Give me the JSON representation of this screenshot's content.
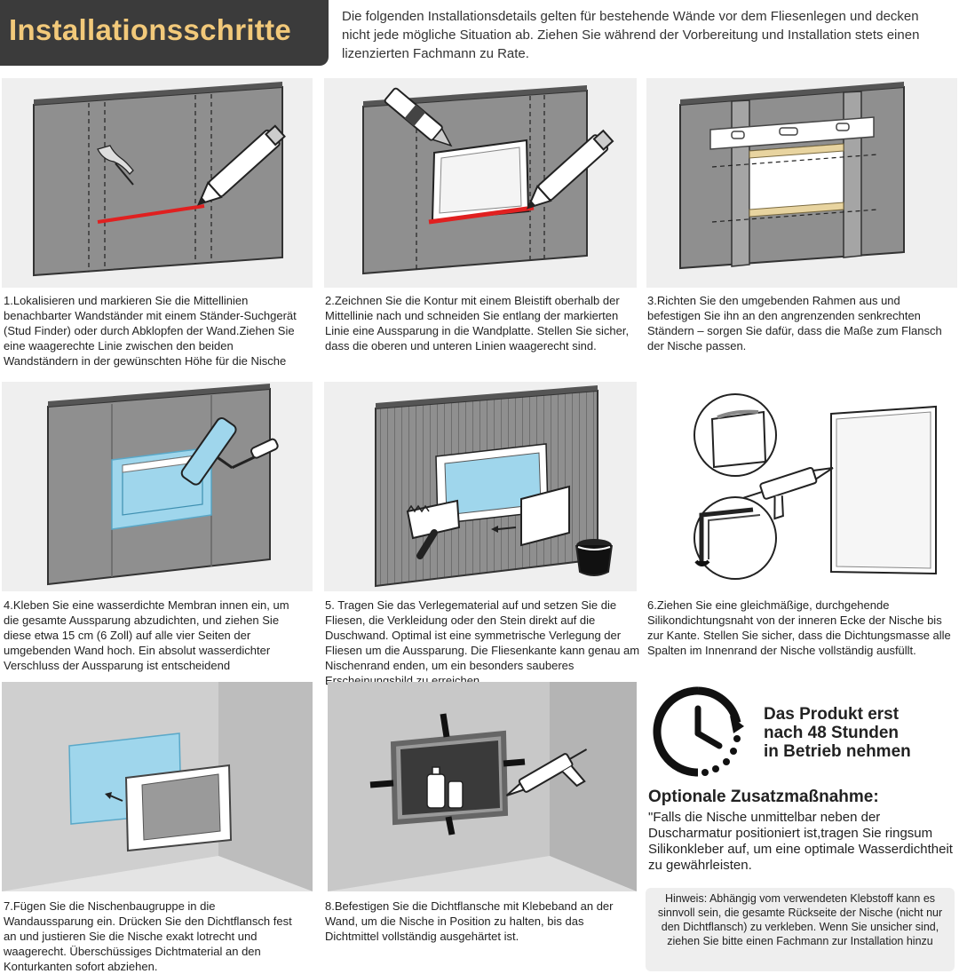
{
  "header": {
    "title": "Installationsschritte",
    "intro": "Die folgenden Installationsdetails gelten für bestehende Wände vor dem Fliesenlegen und decken nicht jede mögliche Situation ab. Ziehen Sie während der Vorbereitung und Installation stets einen lizenzierten Fachmann zu Rate."
  },
  "steps": [
    "1.Lokalisieren und markieren Sie die Mittellinien benachbarter Wandständer mit einem Ständer-Suchgerät (Stud Finder) oder durch Abklopfen der Wand.Ziehen Sie eine waagerechte Linie zwischen den beiden Wandständern in der gewünschten Höhe für die Nische",
    "2.Zeichnen Sie die Kontur mit einem Bleistift oberhalb der Mittellinie nach und schneiden Sie entlang der markierten Linie eine Aussparung in die Wandplatte. Stellen Sie sicher, dass die oberen und unteren Linien waagerecht sind.",
    "3.Richten Sie den umgebenden Rahmen aus und befestigen Sie ihn an den angrenzenden senkrechten Ständern – sorgen Sie dafür, dass die Maße zum Flansch der Nische passen.",
    "4.Kleben Sie eine wasserdichte Membran innen ein, um die gesamte Aussparung abzudichten, und ziehen Sie diese etwa 15 cm (6 Zoll) auf alle vier Seiten der umgebenden Wand hoch. Ein absolut wasserdichter Verschluss der Aussparung ist entscheidend",
    "5. Tragen Sie das Verlegematerial auf und setzen Sie die Fliesen, die Verkleidung oder den Stein direkt auf die Duschwand. Optimal ist eine symmetrische Verlegung der Fliesen um die Aussparung. Die Fliesenkante kann genau am Nischenrand enden, um ein besonders sauberes Erscheinungsbild zu erreichen.",
    "6.Ziehen Sie eine gleichmäßige, durchgehende Silikondichtungsnaht von der inneren Ecke der Nische bis zur Kante. Stellen Sie sicher, dass die Dichtungsmasse alle Spalten im Innenrand der Nische vollständig ausfüllt.",
    "7.Fügen Sie die Nischenbaugruppe in die Wandaussparung ein. Drücken Sie den Dichtflansch fest an und justieren Sie die Nische exakt lotrecht und waagerecht. Überschüssiges Dichtmaterial an den Konturkanten sofort abziehen.",
    "8.Befestigen Sie die Dichtflansche mit Klebeband an der Wand, um die Nische in Position zu halten, bis das Dichtmittel vollständig ausgehärtet ist."
  ],
  "clock": {
    "line1": "Das Produkt erst",
    "line2": "nach 48 Stunden",
    "line3": "in Betrieb nehmen"
  },
  "optional": {
    "title": "Optionale Zusatzmaßnahme:",
    "body": "\"Falls die Nische unmittelbar neben der Duscharmatur positioniert ist,tragen Sie ringsum Silikonkleber auf, um eine optimale Wasserdichtheit zu gewährleisten."
  },
  "note": "Hinweis: Abhängig vom verwendeten Klebstoff kann es sinnvoll sein, die gesamte Rückseite der Nische (nicht nur den Dichtflansch) zu verkleben. Wenn Sie unsicher sind, ziehen Sie bitte einen Fachmann zur Installation hinzu",
  "colors": {
    "title_bg": "#3b3b3b",
    "title_text": "#f2c97a",
    "wall": "#8f8f8f",
    "membrane": "#9fd6ec",
    "mark_red": "#e02020"
  },
  "icons": [
    "hand-icon",
    "pencil-icon",
    "knife-icon",
    "level-icon",
    "roller-icon",
    "trowel-icon",
    "paint-bucket-icon",
    "caulk-gun-icon",
    "clock-icon"
  ]
}
